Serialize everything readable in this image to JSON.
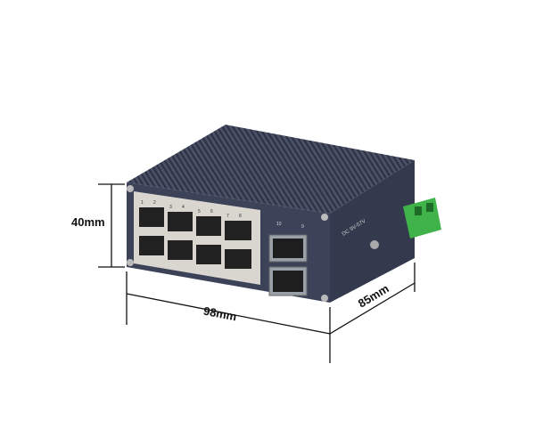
{
  "product": {
    "port_labels_top": [
      "1",
      "2",
      "3",
      "4",
      "5",
      "6",
      "7",
      "8"
    ],
    "sfp_labels": [
      "10",
      "9"
    ],
    "power_label": "DC 9V-57V"
  },
  "dimensions": {
    "height": "40mm",
    "width": "98mm",
    "depth": "85mm"
  },
  "colors": {
    "body": "#3c4358",
    "terminal": "#3fb34a"
  }
}
